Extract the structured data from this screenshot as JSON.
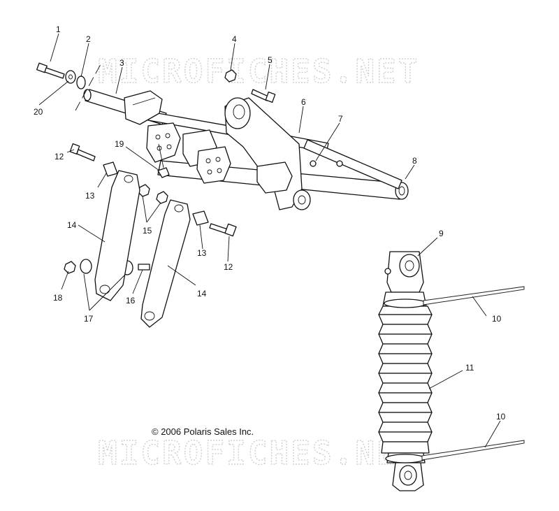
{
  "watermark": {
    "text": "MICROFICHES.NET"
  },
  "copyright": "© 2006 Polaris Sales Inc.",
  "callouts": [
    {
      "id": "c1",
      "label": "1"
    },
    {
      "id": "c2",
      "label": "2"
    },
    {
      "id": "c3",
      "label": "3"
    },
    {
      "id": "c4",
      "label": "4"
    },
    {
      "id": "c5",
      "label": "5"
    },
    {
      "id": "c6",
      "label": "6"
    },
    {
      "id": "c7",
      "label": "7"
    },
    {
      "id": "c8",
      "label": "8"
    },
    {
      "id": "c9",
      "label": "9"
    },
    {
      "id": "c10a",
      "label": "10"
    },
    {
      "id": "c10b",
      "label": "10"
    },
    {
      "id": "c11",
      "label": "11"
    },
    {
      "id": "c12a",
      "label": "12"
    },
    {
      "id": "c12b",
      "label": "12"
    },
    {
      "id": "c13a",
      "label": "13"
    },
    {
      "id": "c13b",
      "label": "13"
    },
    {
      "id": "c14a",
      "label": "14"
    },
    {
      "id": "c14b",
      "label": "14"
    },
    {
      "id": "c15",
      "label": "15"
    },
    {
      "id": "c16",
      "label": "16"
    },
    {
      "id": "c17",
      "label": "17"
    },
    {
      "id": "c18",
      "label": "18"
    },
    {
      "id": "c19",
      "label": "19"
    },
    {
      "id": "c20",
      "label": "20"
    }
  ]
}
